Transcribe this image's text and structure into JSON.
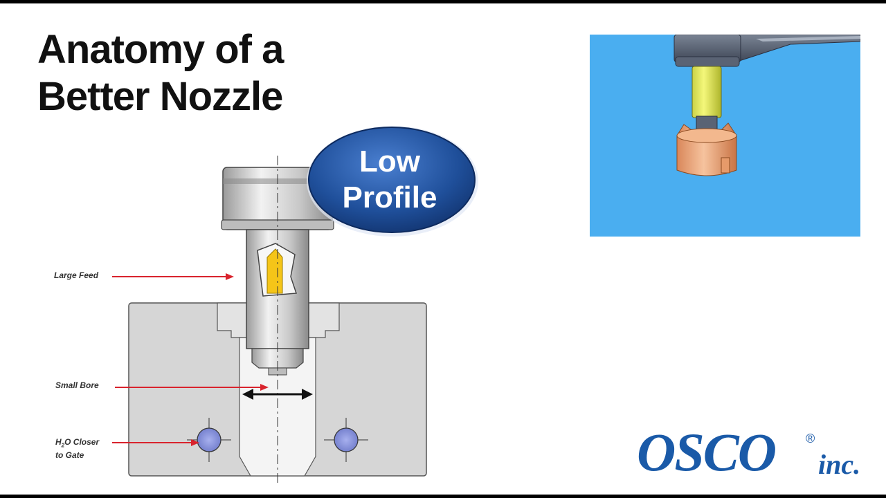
{
  "slide": {
    "title": "Anatomy of a Better Nozzle",
    "badge": {
      "line1": "Low",
      "line2": "Profile"
    },
    "callouts": {
      "large_feed": "Large Feed",
      "small_bore": "Small Bore",
      "h2o_part1": "H",
      "h2o_sub": "2",
      "h2o_part2": "O Closer",
      "h2o_line2": "to Gate"
    }
  },
  "logo": {
    "name": "OSCO",
    "suffix": "inc.",
    "mark": "®"
  },
  "colors": {
    "badge_blue": "#1f4f9a",
    "photo_background": "#4aaef0",
    "logo_blue": "#1a5aa8",
    "callout_red": "#d9232d",
    "feed_yellow": "#f5c518",
    "cooling_channel": "#7b86d6"
  }
}
